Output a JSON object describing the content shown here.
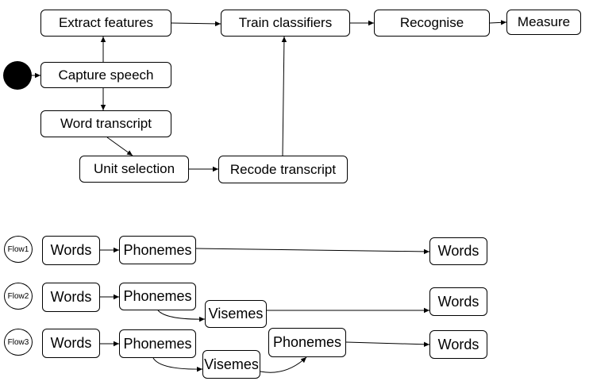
{
  "top_flow": {
    "extract_features": "Extract features",
    "train_classifiers": "Train classifiers",
    "recognise": "Recognise",
    "measure": "Measure",
    "capture_speech": "Capture speech",
    "word_transcript": "Word transcript",
    "unit_selection": "Unit selection",
    "recode_transcript": "Recode transcript"
  },
  "flows": [
    {
      "label": "Flow1",
      "nodes": [
        "Words",
        "Phonemes",
        "Words"
      ]
    },
    {
      "label": "Flow2",
      "nodes": [
        "Words",
        "Phonemes",
        "Visemes",
        "Words"
      ]
    },
    {
      "label": "Flow3",
      "nodes": [
        "Words",
        "Phonemes",
        "Visemes",
        "Phonemes",
        "Words"
      ]
    }
  ]
}
